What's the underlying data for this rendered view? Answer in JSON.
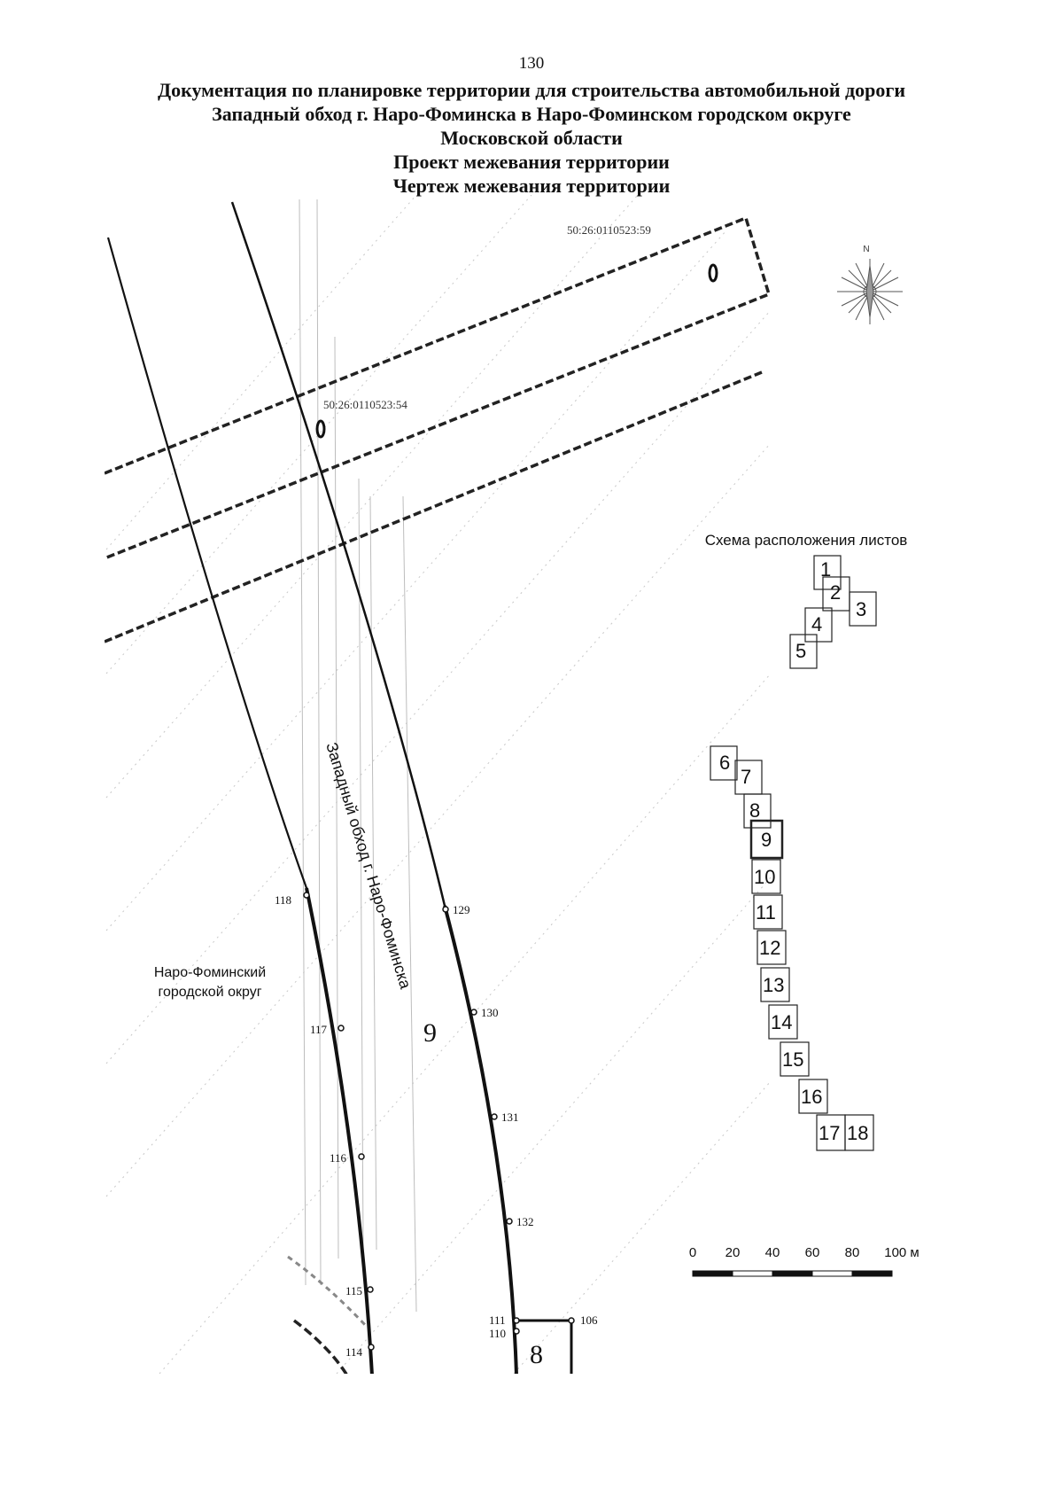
{
  "header": {
    "page_number": "130",
    "title_lines": [
      "Документация по планировке территории для строительства автомобильной дороги",
      "Западный обход г. Наро-Фоминска в Наро-Фоминском городском округе",
      "Московской области",
      "Проект межевания территории",
      "Чертеж межевания территории"
    ]
  },
  "map": {
    "parcels": {
      "north": "50:26:0110523:59",
      "south": "50:26:0110523:54"
    },
    "road_label": "Западный обход г. Наро-Фоминска",
    "district_label_lines": [
      "Наро-Фоминский",
      "городской округ"
    ],
    "sheet_numbers": {
      "current": "9",
      "adjacent": "8"
    },
    "left_boundary_points": [
      "118",
      "117",
      "116",
      "115",
      "114"
    ],
    "right_boundary_points": [
      "129",
      "130",
      "131",
      "132",
      "111",
      "110",
      "106"
    ]
  },
  "compass": {
    "north_label": "N"
  },
  "sheet_layout": {
    "title": "Схема расположения листов",
    "sheets": [
      "1",
      "2",
      "3",
      "4",
      "5",
      "6",
      "7",
      "8",
      "9",
      "10",
      "11",
      "12",
      "13",
      "14",
      "15",
      "16",
      "17",
      "18"
    ],
    "current": "9"
  },
  "scale_bar": {
    "labels": [
      "0",
      "20",
      "40",
      "60",
      "80",
      "100 м"
    ]
  }
}
